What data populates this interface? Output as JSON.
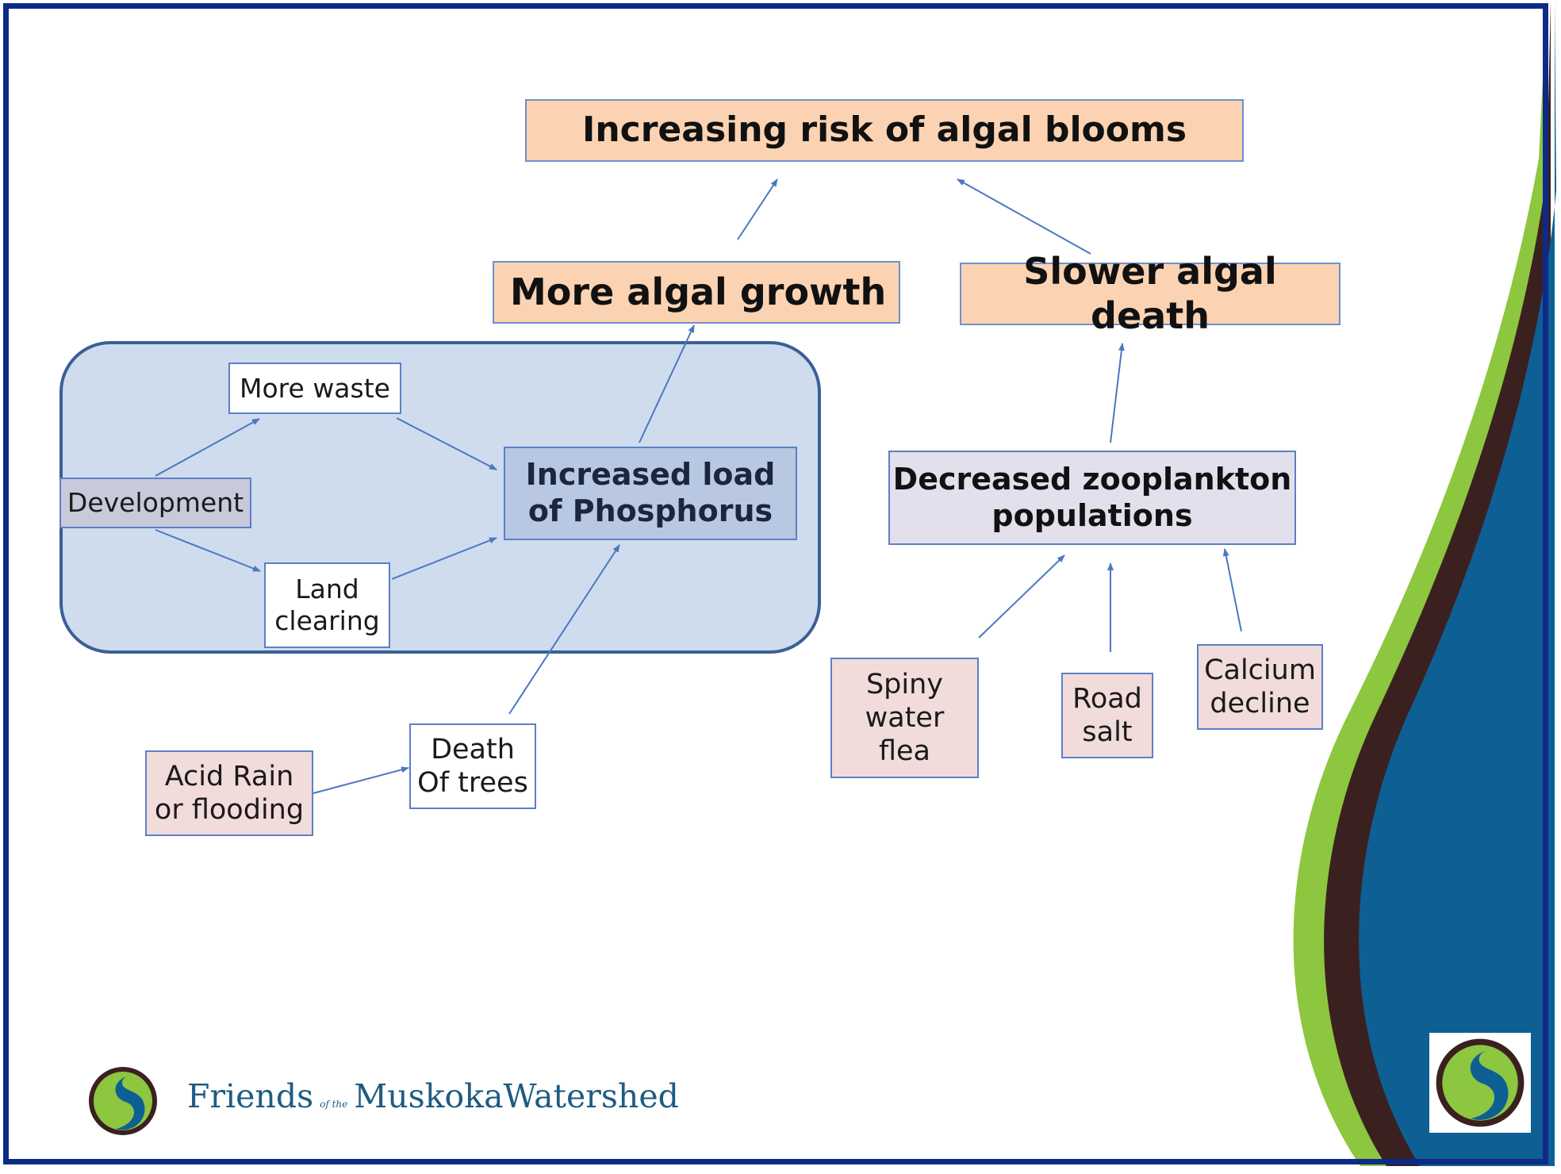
{
  "boxes": {
    "increasing_risk": "Increasing risk of algal blooms",
    "more_growth": "More algal growth",
    "slower_death": "Slower algal death",
    "more_waste": "More waste",
    "development": "Development",
    "increased_load": "Increased load\nof Phosphorus",
    "land_clearing": "Land\nclearing",
    "decreased_zoo": "Decreased zooplankton\npopulations",
    "spiny": "Spiny\nwater\nflea",
    "road_salt": "Road\nsalt",
    "calcium": "Calcium\ndecline",
    "acid_rain": "Acid Rain\nor flooding",
    "death_trees": "Death\nOf trees"
  },
  "brand": {
    "friends": "Friends",
    "of": "of the",
    "name": "MuskokaWatershed"
  },
  "colors": {
    "frame": "#0d2b86",
    "wave_green": "#8dc63f",
    "wave_brown": "#3b2020",
    "wave_blue": "#0e5f93",
    "arrow": "#4a78c0",
    "orange_box": "#fbd3b3",
    "pink_box": "#f2dcdb",
    "lavender_box": "#e4dfec",
    "group_fill": "#cfdcee"
  },
  "icons": [
    "logo-icon",
    "logo-icon-corner"
  ]
}
